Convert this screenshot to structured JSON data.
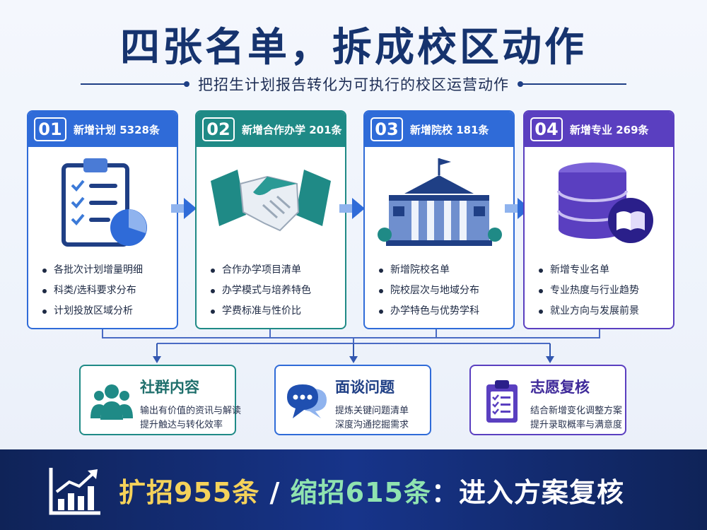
{
  "header": {
    "title": "四张名单，拆成校区动作",
    "subtitle": "把招生计划报告转化为可执行的校区运营动作"
  },
  "cards": [
    {
      "number": "01",
      "label": "新增计划 5328条",
      "color": "#2f6bd8",
      "icon": "clipboard-checklist-pie-icon",
      "items": [
        "各批次计划增量明细",
        "科类/选科要求分布",
        "计划投放区域分析"
      ]
    },
    {
      "number": "02",
      "label": "新增合作办学 201条",
      "color": "#1f8a86",
      "icon": "handshake-icon",
      "items": [
        "合作办学项目清单",
        "办学模式与培养特色",
        "学费标准与性价比"
      ]
    },
    {
      "number": "03",
      "label": "新增院校 181条",
      "color": "#2f6bd8",
      "icon": "university-building-icon",
      "items": [
        "新增院校名单",
        "院校层次与地域分布",
        "办学特色与优势学科"
      ]
    },
    {
      "number": "04",
      "label": "新增专业 269条",
      "color": "#5a3fc0",
      "icon": "database-book-icon",
      "items": [
        "新增专业名单",
        "专业热度与行业趋势",
        "就业方向与发展前景"
      ]
    }
  ],
  "actions": [
    {
      "title": "社群内容",
      "color": "#1f8a86",
      "icon": "community-people-icon",
      "lines": [
        "输出有价值的资讯与解读",
        "提升触达与转化效率"
      ]
    },
    {
      "title": "面谈问题",
      "color": "#2f6bd8",
      "icon": "chat-bubbles-icon",
      "lines": [
        "提炼关键问题清单",
        "深度沟通挖掘需求"
      ]
    },
    {
      "title": "志愿复核",
      "color": "#5a3fc0",
      "icon": "clipboard-review-icon",
      "lines": [
        "结合新增变化调整方案",
        "提升录取概率与满意度"
      ]
    }
  ],
  "footer": {
    "part1": "扩招955条",
    "sep1": " / ",
    "part2": "缩招615条",
    "part3": "：进入方案复核",
    "icon": "rising-chart-icon"
  }
}
